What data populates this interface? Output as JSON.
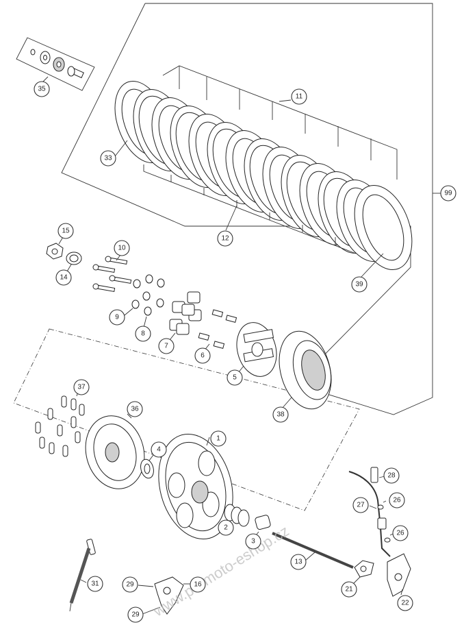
{
  "watermark": "www.promoto-eshop.cz",
  "callouts": [
    {
      "id": "c1",
      "label": "1"
    },
    {
      "id": "c2",
      "label": "2"
    },
    {
      "id": "c3",
      "label": "3"
    },
    {
      "id": "c4",
      "label": "4"
    },
    {
      "id": "c5",
      "label": "5"
    },
    {
      "id": "c6",
      "label": "6"
    },
    {
      "id": "c7",
      "label": "7"
    },
    {
      "id": "c8",
      "label": "8"
    },
    {
      "id": "c9",
      "label": "9"
    },
    {
      "id": "c10",
      "label": "10"
    },
    {
      "id": "c11",
      "label": "11"
    },
    {
      "id": "c12",
      "label": "12"
    },
    {
      "id": "c13",
      "label": "13"
    },
    {
      "id": "c14",
      "label": "14"
    },
    {
      "id": "c15",
      "label": "15"
    },
    {
      "id": "c16",
      "label": "16"
    },
    {
      "id": "c21",
      "label": "21"
    },
    {
      "id": "c22",
      "label": "22"
    },
    {
      "id": "c26a",
      "label": "26"
    },
    {
      "id": "c26b",
      "label": "26"
    },
    {
      "id": "c27",
      "label": "27"
    },
    {
      "id": "c28",
      "label": "28"
    },
    {
      "id": "c29a",
      "label": "29"
    },
    {
      "id": "c29b",
      "label": "29"
    },
    {
      "id": "c31",
      "label": "31"
    },
    {
      "id": "c33",
      "label": "33"
    },
    {
      "id": "c35",
      "label": "35"
    },
    {
      "id": "c36",
      "label": "36"
    },
    {
      "id": "c37",
      "label": "37"
    },
    {
      "id": "c38",
      "label": "38"
    },
    {
      "id": "c39",
      "label": "39"
    },
    {
      "id": "c99",
      "label": "99"
    }
  ]
}
